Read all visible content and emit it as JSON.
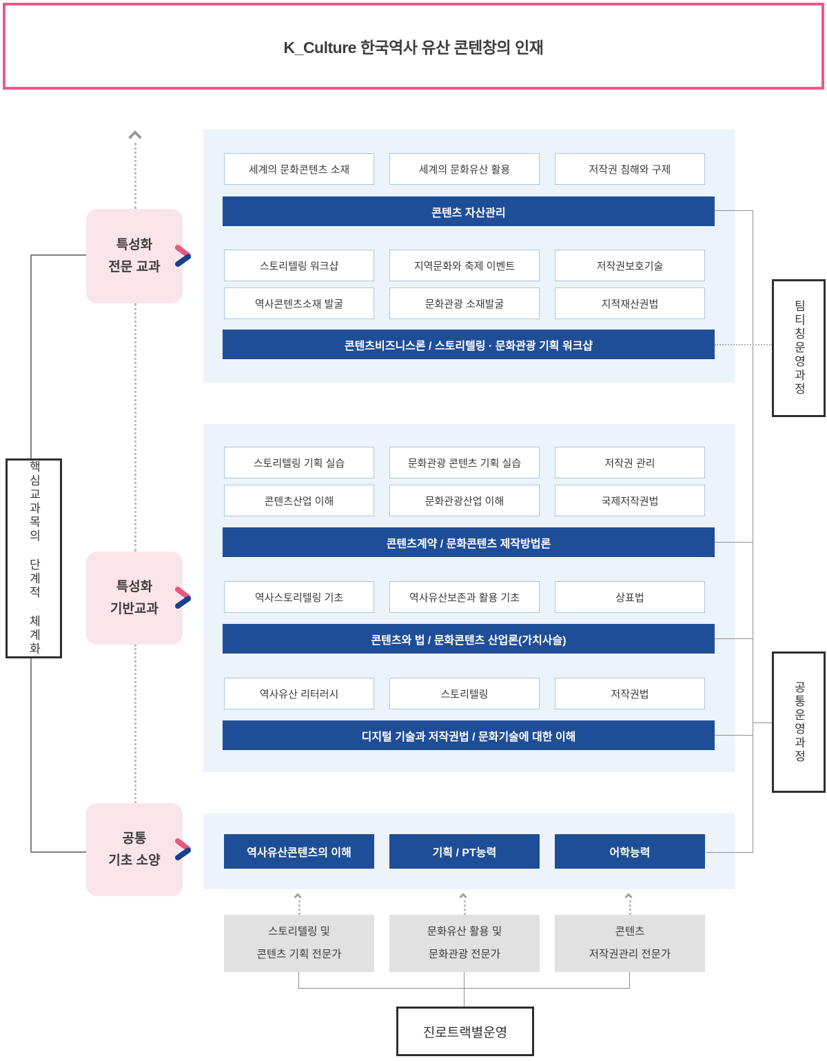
{
  "header": {
    "title": "K_Culture 한국역사 유산 콘텐창의 인재"
  },
  "left_axis": {
    "label": "핵심교과목의 단계적 체계화"
  },
  "categories": [
    {
      "line1": "특성화",
      "line2": "전문 교과"
    },
    {
      "line1": "특성화",
      "line2": "기반교과"
    },
    {
      "line1": "공통",
      "line2": "기초 소양"
    }
  ],
  "right_labels": {
    "team_teaching": "팀티칭운영과정",
    "common_operation": "공통운영과정"
  },
  "specialized_advanced": {
    "row1": [
      "세계의 문화콘텐츠 소재",
      "세계의 문화유산 활용",
      "저작권 침해와 구제"
    ],
    "bar1": "콘텐츠 자산관리",
    "row2": [
      "스토리텔링 워크샵",
      "지역문화와 축제 이벤트",
      "저작권보호기술"
    ],
    "row3": [
      "역사콘텐츠소재 발굴",
      "문화관광 소재발굴",
      "지적재산권법"
    ],
    "bar2": "콘텐츠비즈니스론 / 스토리텔링 · 문화관광 기획 워크샵"
  },
  "specialized_foundation": {
    "row1": [
      "스토리텔링 기획 실습",
      "문화관광 콘텐츠 기획 실습",
      "저작권 관리"
    ],
    "row2": [
      "콘텐츠산업 이해",
      "문화관광산업 이해",
      "국제저작권법"
    ],
    "bar1": "콘텐츠계약 / 문화콘텐츠 제작방법론",
    "row3": [
      "역사스토리텔링 기초",
      "역사유산보존과 활용 기초",
      "상표법"
    ],
    "bar2": "콘텐츠와 법 / 문화콘텐츠 산업론(가치사슬)",
    "row4": [
      "역사유산 리터러시",
      "스토리텔링",
      "저작권법"
    ],
    "bar3": "디지털 기술과 저작권법 / 문화기술에 대한 이해"
  },
  "common_basic": {
    "boxes": [
      "역사유산콘텐츠의 이해",
      "기획 / PT능력",
      "어학능력"
    ]
  },
  "career_tracks": [
    {
      "line1": "스토리텔링 및",
      "line2": "콘텐츠 기획 전문가"
    },
    {
      "line1": "문화유산 활용 및",
      "line2": "문화관광 전문가"
    },
    {
      "line1": "콘텐츠",
      "line2": "저작권관리 전문가"
    }
  ],
  "bottom": {
    "label": "진로트랙별운영"
  },
  "colors": {
    "accent_pink": "#eb5a85",
    "bar_blue": "#1f4e98",
    "panel_blue": "#edf3fb",
    "category_pink_bg": "#fbe4ea",
    "chevron_pink": "#e25a7f",
    "chevron_navy": "#1b3f8e",
    "career_gray": "#e1e1e1"
  }
}
